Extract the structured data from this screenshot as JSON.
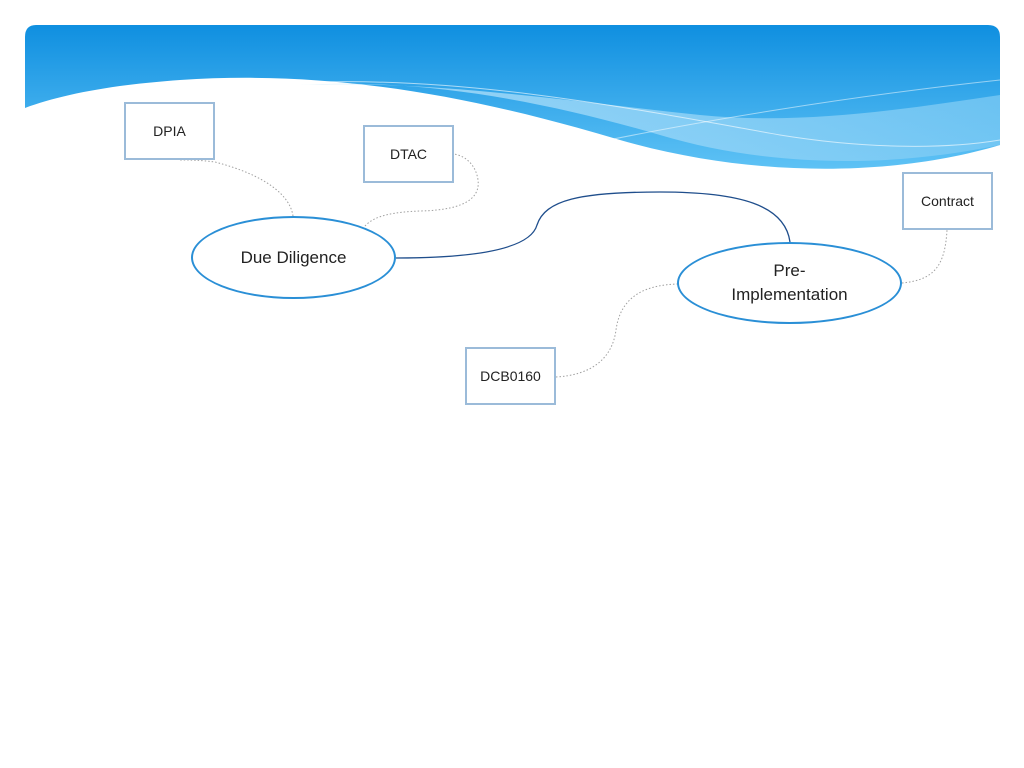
{
  "diagram": {
    "colors": {
      "banner_dark": "#0f8fe0",
      "banner_light": "#5ec2f5",
      "wave_light": "#8fd0f7",
      "main_node_border": "#2a8fd6",
      "box_border": "#9bbbd9",
      "main_connector": "#1f4e8c",
      "dotted_connector": "#a0a0a0"
    },
    "main_nodes": [
      {
        "id": "due-diligence",
        "label_lines": [
          "Due Diligence"
        ]
      },
      {
        "id": "pre-implementation",
        "label_lines": [
          "Pre-",
          "Implementation"
        ]
      }
    ],
    "sub_nodes": [
      {
        "id": "dpia",
        "label": "DPIA",
        "parent": "due-diligence"
      },
      {
        "id": "dtac",
        "label": "DTAC",
        "parent": "due-diligence"
      },
      {
        "id": "contract",
        "label": "Contract",
        "parent": "pre-implementation"
      },
      {
        "id": "dcb0160",
        "label": "DCB0160",
        "parent": "pre-implementation"
      }
    ],
    "edges": [
      {
        "from": "due-diligence",
        "to": "pre-implementation",
        "style": "solid"
      },
      {
        "from": "due-diligence",
        "to": "dpia",
        "style": "dotted"
      },
      {
        "from": "due-diligence",
        "to": "dtac",
        "style": "dotted"
      },
      {
        "from": "pre-implementation",
        "to": "contract",
        "style": "dotted"
      },
      {
        "from": "pre-implementation",
        "to": "dcb0160",
        "style": "dotted"
      }
    ]
  }
}
